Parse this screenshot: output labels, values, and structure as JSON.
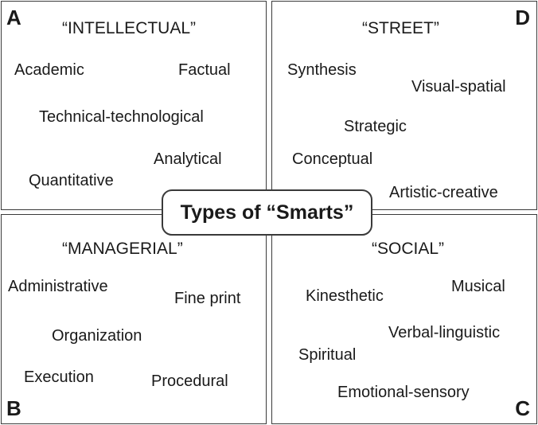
{
  "center_title": "Types of “Smarts”",
  "quadrants": {
    "a": {
      "letter": "A",
      "title": "“INTELLECTUAL”",
      "terms": [
        "Academic",
        "Factual",
        "Technical-technological",
        "Analytical",
        "Quantitative"
      ]
    },
    "d": {
      "letter": "D",
      "title": "“STREET”",
      "terms": [
        "Synthesis",
        "Visual-spatial",
        "Strategic",
        "Conceptual",
        "Artistic-creative"
      ]
    },
    "b": {
      "letter": "B",
      "title": "“MANAGERIAL”",
      "terms": [
        "Administrative",
        "Fine print",
        "Organization",
        "Execution",
        "Procedural"
      ]
    },
    "c": {
      "letter": "C",
      "title": "“SOCIAL”",
      "terms": [
        "Kinesthetic",
        "Musical",
        "Verbal-linguistic",
        "Spiritual",
        "Emotional-sensory"
      ]
    }
  }
}
